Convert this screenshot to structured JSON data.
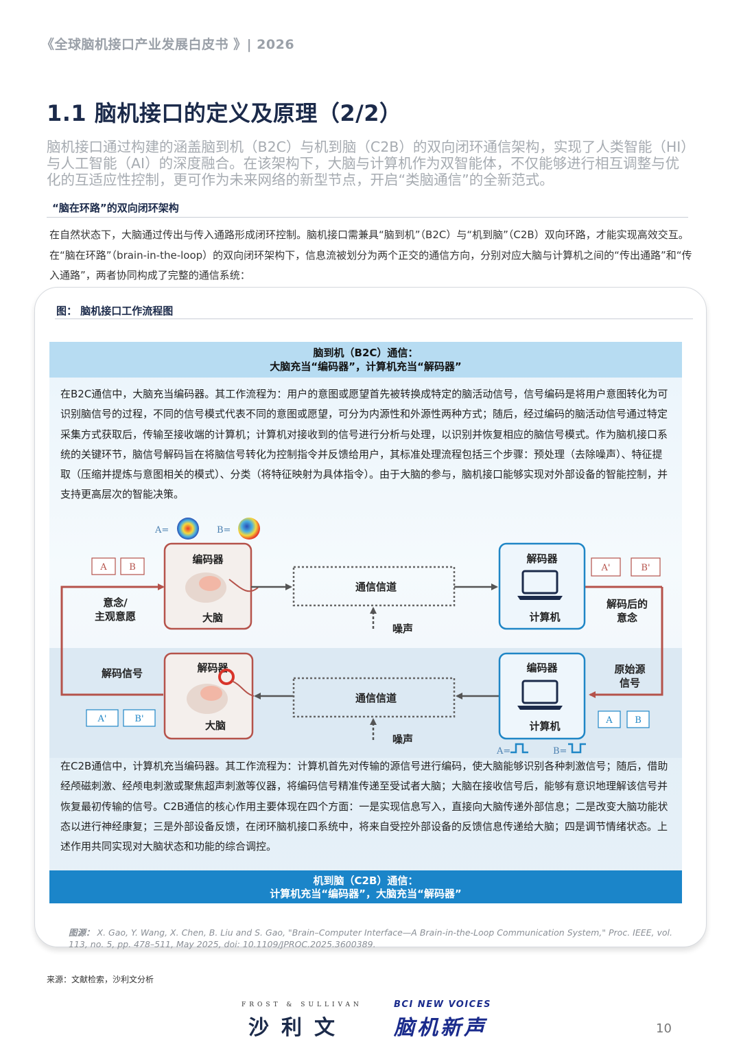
{
  "header": "《全球脑机接口产业发展白皮书 》| 2026",
  "title": "1.1 脑机接口的定义及原理（2/2）",
  "intro": "脑机接口通过构建的涵盖脑到机（B2C）与机到脑（C2B）的双向闭环通信架构，实现了人类智能（HI）与人工智能（AI）的深度融合。在该架构下，大脑与计算机作为双智能体，不仅能够进行相互调整与优化的互适应性控制，更可作为未来网络的新型节点，开启“类脑通信”的全新范式。",
  "subheading": "“脑在环路”的双向闭环架构",
  "paragraph": "在自然状态下，大脑通过传出与传入通路形成闭环控制。脑机接口需兼具“脑到机”（B2C）与“机到脑”（C2B）双向环路，才能实现高效交互。在“脑在环路”（brain-in-the-loop）的双向闭环架构下，信息流被划分为两个正交的通信方向，分别对应大脑与计算机之间的“传出通路”和“传入通路”，两者协同构成了完整的通信系统：",
  "figure": {
    "title": "图：  脑机接口工作流程图",
    "b2c_band": {
      "line1": "脑到机（B2C）通信：",
      "line2": "大脑充当“编码器”，计算机充当“解码器”"
    },
    "b2c_text": "在B2C通信中，大脑充当编码器。其工作流程为：用户的意图或愿望首先被转换成特定的脑活动信号，信号编码是将用户意图转化为可识别脑信号的过程，不同的信号模式代表不同的意图或愿望，可分为内源性和外源性两种方式；随后，经过编码的脑活动信号通过特定采集方式获取后，传输至接收端的计算机；计算机对接收到的信号进行分析与处理，以识别并恢复相应的脑信号模式。作为脑机接口系统的关键环节，脑信号解码旨在将脑信号转化为控制指令并反馈给用户，其标准处理流程包括三个步骤：预处理（去除噪声）、特征提取（压缩并提炼与意图相关的模式）、分类（将特征映射为具体指令）。由于大脑的参与，脑机接口能够实现对外部设备的智能控制，并支持更高层次的智能决策。",
    "diagram": {
      "a_eq": "A=",
      "b_eq": "B=",
      "box_a": "A",
      "box_b": "B",
      "box_a_prime": "A'",
      "box_b_prime": "B'",
      "intent": "意念/\n主观意愿",
      "encoder": "编码器",
      "decoder": "解码器",
      "brain": "大脑",
      "computer": "计算机",
      "channel": "通信信道",
      "noise": "噪声",
      "decoded_intent": "解码后的\n意念",
      "decoded_signal": "解码信号",
      "raw_signal": "原始源\n信号"
    },
    "c2b_text": "在C2B通信中，计算机充当编码器。其工作流程为：计算机首先对传输的源信号进行编码，使大脑能够识别各种刺激信号；随后，借助经颅磁刺激、经颅电刺激或聚焦超声刺激等仪器，将编码信号精准传递至受试者大脑；大脑在接收信号后，能够有意识地理解该信号并恢复最初传输的信号。C2B通信的核心作用主要体现在四个方面：一是实现信息写入，直接向大脑传递外部信息；二是改变大脑功能状态以进行神经康复；三是外部设备反馈，在闭环脑机接口系统中，将来自受控外部设备的反馈信息传递给大脑；四是调节情绪状态。上述作用共同实现对大脑状态和功能的综合调控。",
    "c2b_band": {
      "line1": "机到脑（C2B）通信：",
      "line2": "计算机充当“编码器”，大脑充当“解码器”"
    },
    "credit_label": "图源：",
    "credit": "X. Gao, Y. Wang, X. Chen, B. Liu and S. Gao, \"Brain–Computer Interface—A Brain-in-the-Loop Communication System,\" Proc. IEEE, vol. 113, no. 5, pp. 478–511, May 2025, doi: 10.1109/JPROC.2025.3600389."
  },
  "source": "来源：文献检索，沙利文分析",
  "logos": {
    "frost_top": "FROST & SULLIVAN",
    "frost_cn": "沙利文",
    "bci_top": "BCI NEW VOICES",
    "bci_cn": "脑机新声"
  },
  "page_number": "10",
  "colors": {
    "title": "#1b2a4a",
    "band_light": "#b7dcf2",
    "band_dark": "#1b85c9",
    "arrow_red": "#b5524a",
    "box_blue": "#1f86c6"
  }
}
